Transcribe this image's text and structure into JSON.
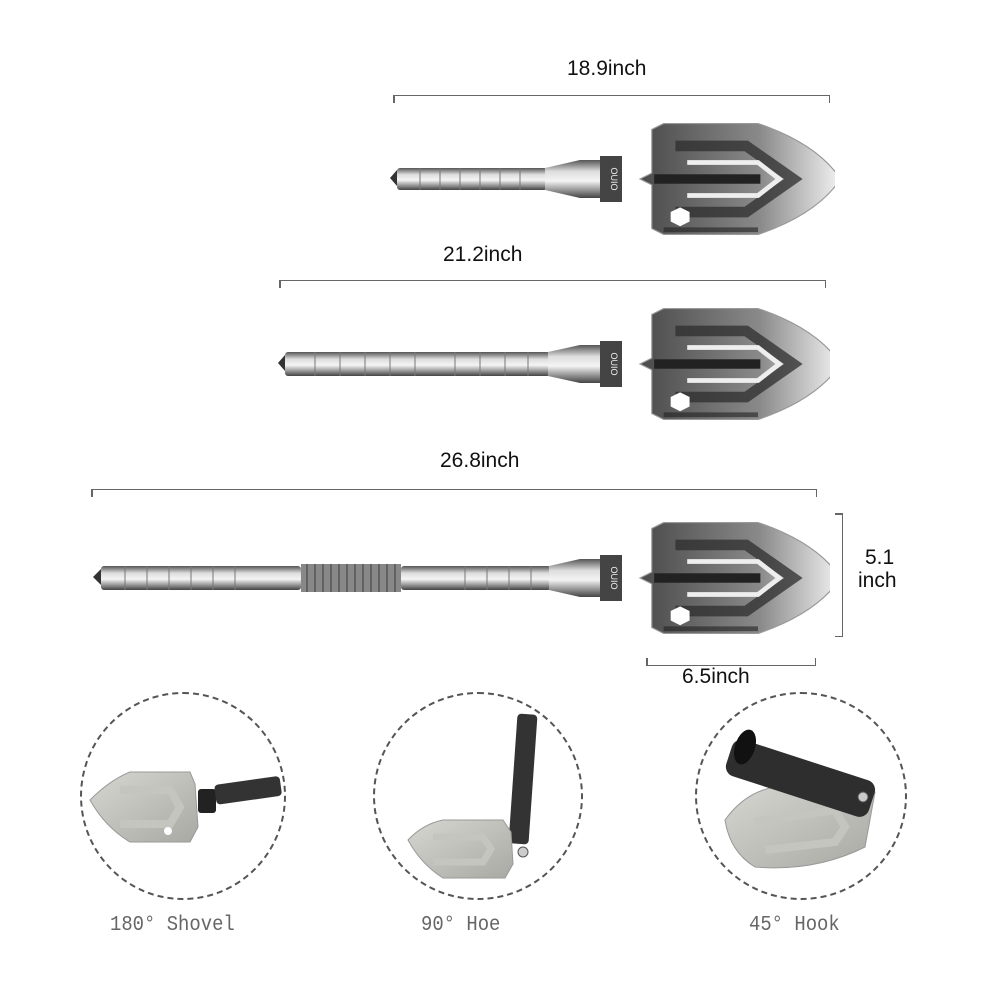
{
  "dimensions": {
    "folded_length": "18.9inch",
    "medium_length": "21.2inch",
    "full_length": "26.8inch",
    "blade_height_value": "5.1",
    "blade_height_unit": "inch",
    "blade_width": "6.5inch"
  },
  "product": {
    "brand_mark": "OUIO"
  },
  "modes": [
    {
      "label": "180° Shovel"
    },
    {
      "label": "90° Hoe"
    },
    {
      "label": "45° Hook"
    }
  ],
  "colors": {
    "dimension_line": "#666666",
    "label_text": "#111111",
    "mode_text": "#666666",
    "metal_dark": "#3a3a3a",
    "metal_light": "#d9d9d9"
  }
}
